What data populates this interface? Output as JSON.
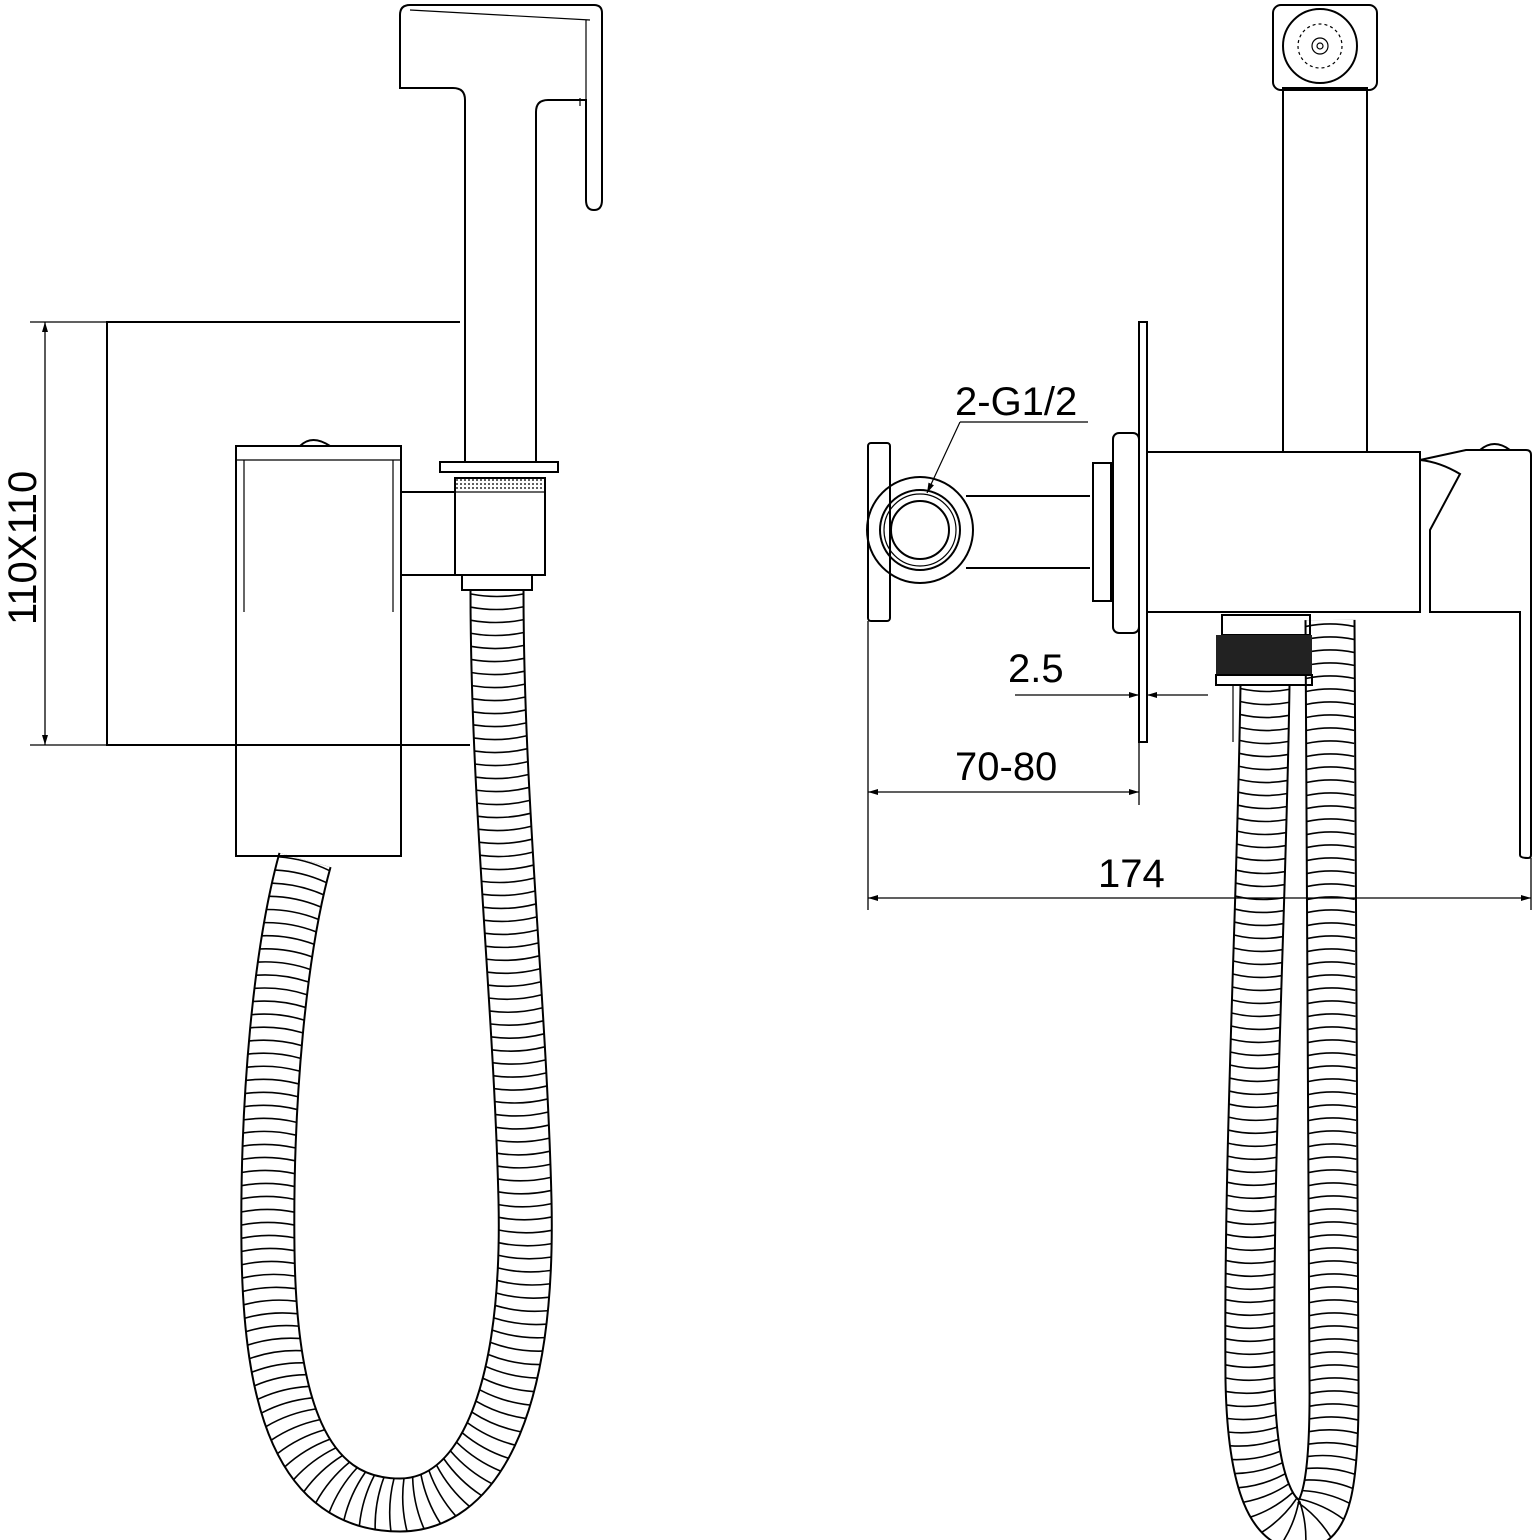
{
  "dimensions": {
    "plate_size": "110X110",
    "thread": "2-G1/2",
    "plate_thickness": "2.5",
    "wall_depth": "70-80",
    "total_depth": "174"
  },
  "colors": {
    "line": "#000000",
    "background": "#ffffff"
  }
}
